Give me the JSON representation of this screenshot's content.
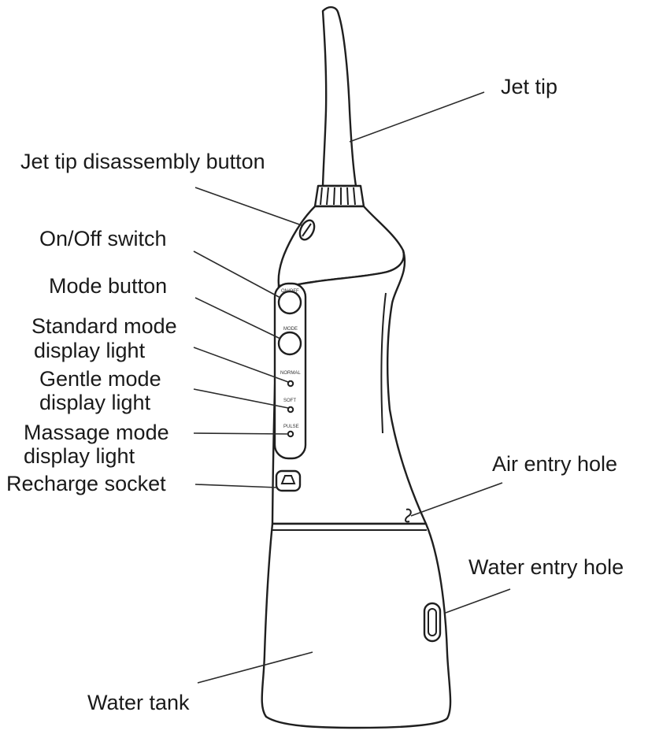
{
  "diagram": {
    "labels": {
      "jet_tip": "Jet tip",
      "jet_tip_disassembly_button": "Jet tip disassembly button",
      "on_off_switch": "On/Off switch",
      "mode_button": "Mode button",
      "standard_mode_light_line1": "Standard mode",
      "standard_mode_light_line2": "display light",
      "gentle_mode_light_line1": "Gentle mode",
      "gentle_mode_light_line2": "display light",
      "massage_mode_light_line1": "Massage mode",
      "massage_mode_light_line2": "display light",
      "recharge_socket": "Recharge socket",
      "air_entry_hole": "Air entry hole",
      "water_entry_hole": "Water entry hole",
      "water_tank": "Water tank"
    },
    "device_markings": {
      "power": "ON/OFF",
      "mode": "MODE",
      "standard": "NORMAL",
      "gentle": "SOFT",
      "massage": "PULSE"
    }
  }
}
